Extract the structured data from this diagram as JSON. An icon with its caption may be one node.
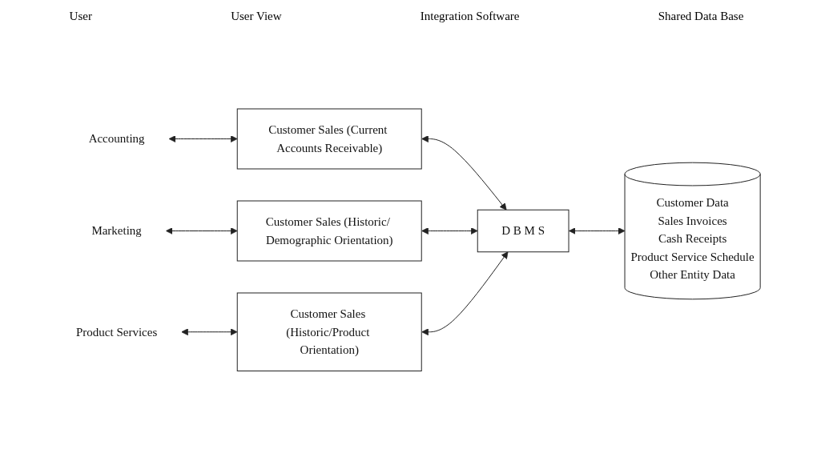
{
  "diagram": {
    "nodes": [
      {
        "text": [
          "Accounting"
        ]
      },
      {
        "text": [
          "Marketing"
        ]
      },
      {
        "text": [
          "Product Services"
        ]
      },
      {
        "text": [
          "Customer Sales (Current Accounts Receivable)"
        ]
      },
      {
        "text": [
          "Customer Sales (Historic/ Demographic Orientation)"
        ]
      },
      {
        "text": [
          "Customer Sales (Historic/Product Orientation)"
        ]
      },
      {
        "text": [
          "D B M S"
        ]
      },
      {
        "text": [
          "Customer Data",
          "Sales Invoices",
          "Cash Receipts",
          "Product Service Schedule",
          "Other Entity Data"
        ]
      }
    ],
    "edges": [
      {
        "from": 0,
        "to": 3,
        "arrow": "both"
      },
      {
        "from": 1,
        "to": 4,
        "arrow": "both"
      },
      {
        "from": 2,
        "to": 5,
        "arrow": "both"
      },
      {
        "from": 3,
        "to": 6,
        "arrow": "both"
      },
      {
        "from": 4,
        "to": 6,
        "arrow": "both"
      },
      {
        "from": 5,
        "to": 6,
        "arrow": "both"
      },
      {
        "from": 6,
        "to": 7,
        "arrow": "both"
      }
    ],
    "labels": [
      "User",
      "User View",
      "Integration Software",
      "Shared Data Base"
    ]
  }
}
